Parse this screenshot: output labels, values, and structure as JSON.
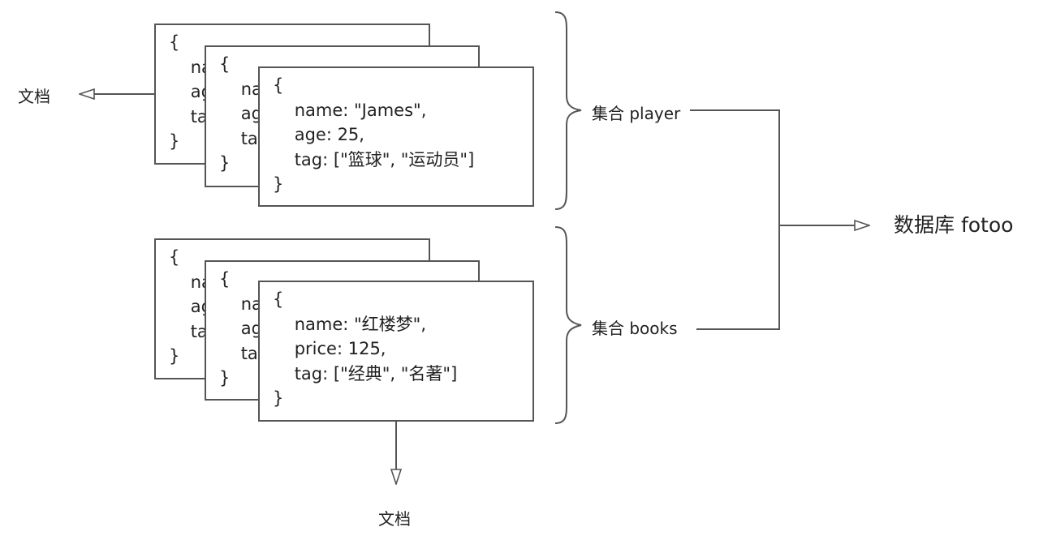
{
  "labels": {
    "doc_left": "文档",
    "doc_bottom": "文档",
    "collection_player": "集合 player",
    "collection_books": "集合 books",
    "database": "数据库 fotoo"
  },
  "player_docs": [
    {
      "lines": [
        "{",
        "    name",
        "    age",
        "    tag",
        "}"
      ]
    },
    {
      "lines": [
        "{",
        "    name",
        "    age",
        "    tag",
        "}"
      ]
    },
    {
      "lines": [
        "{",
        "    name: \"James\",",
        "    age: 25,",
        "    tag: [\"篮球\", \"运动员\"]",
        "}"
      ]
    }
  ],
  "books_docs": [
    {
      "lines": [
        "{",
        "    name",
        "    age",
        "    tag",
        "}"
      ]
    },
    {
      "lines": [
        "{",
        "    name",
        "    age",
        "    tag",
        "}"
      ]
    },
    {
      "lines": [
        "{",
        "    name: \"红楼梦\",",
        "    price: 125,",
        "    tag: [\"经典\", \"名著\"]",
        "}"
      ]
    }
  ],
  "colors": {
    "stroke": "#555555",
    "text": "#222222",
    "background": "#ffffff"
  }
}
